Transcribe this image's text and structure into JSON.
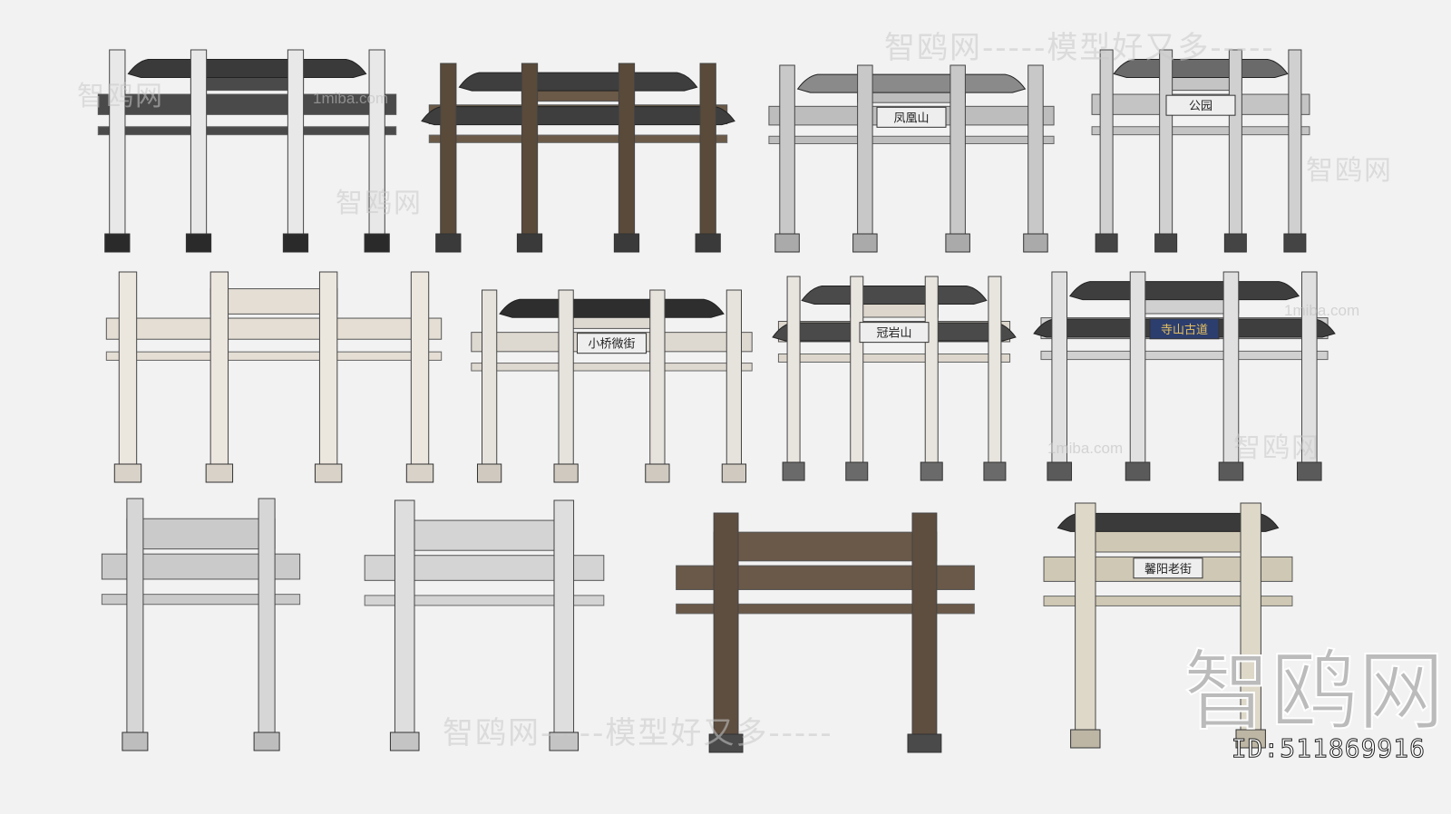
{
  "watermarks": {
    "brand": "智鸥网",
    "slogan": "智鸥网-----模型好又多-----",
    "site": "1miba.com",
    "id_label": "ID:511869916"
  },
  "archways": [
    {
      "name": "dark-granite-five-bay",
      "pillar": "#e8e8e8",
      "beam": "#4a4a4a",
      "roof": "#3a3a3a",
      "base": "#2a2a2a",
      "plaque": ""
    },
    {
      "name": "wooden-double-eave",
      "pillar": "#5a4a3a",
      "beam": "#6b5a48",
      "roof": "#3e3e3e",
      "base": "#3a3a3a",
      "plaque": ""
    },
    {
      "name": "grey-stone-three-bay",
      "pillar": "#c8c8c8",
      "beam": "#bdbdbd",
      "roof": "#8a8a8a",
      "base": "#aaaaaa",
      "plaque": "凤凰山"
    },
    {
      "name": "park-gate",
      "pillar": "#d0d0d0",
      "beam": "#c4c4c4",
      "roof": "#6a6a6a",
      "base": "#444444",
      "plaque": "公园"
    },
    {
      "name": "plain-stone-frame",
      "pillar": "#ebe6de",
      "beam": "#e4ded4",
      "roof": "#e4ded4",
      "base": "#d8d2c8",
      "plaque": ""
    },
    {
      "name": "tiled-street-gate",
      "pillar": "#e6e2dc",
      "beam": "#ddd8d0",
      "roof": "#2e2e2e",
      "base": "#cfc9c0",
      "plaque": "小桥微街"
    },
    {
      "name": "multi-tier-stone-gate",
      "pillar": "#e8e4de",
      "beam": "#dcd6cc",
      "roof": "#4a4a4a",
      "base": "#6a6a6a",
      "plaque": "冠岩山"
    },
    {
      "name": "ornate-temple-gate",
      "pillar": "#e0e0e0",
      "beam": "#d0d0d0",
      "roof": "#3e3e3e",
      "base": "#5a5a5a",
      "plaque": "寺山古道"
    },
    {
      "name": "simple-stone-two-pillar",
      "pillar": "#d6d6d6",
      "beam": "#cacaca",
      "roof": "#cacaca",
      "base": "#bdbdbd",
      "plaque": ""
    },
    {
      "name": "carved-stone-gate",
      "pillar": "#dedede",
      "beam": "#d4d4d4",
      "roof": "#d4d4d4",
      "base": "#c4c4c4",
      "plaque": ""
    },
    {
      "name": "brick-wooden-gate",
      "pillar": "#5e4e40",
      "beam": "#6a5848",
      "roof": "#6a5848",
      "base": "#4a4a4a",
      "plaque": ""
    },
    {
      "name": "old-street-gate",
      "pillar": "#ddd8c8",
      "beam": "#cfc8b4",
      "roof": "#3a3a3a",
      "base": "#bdb6a4",
      "plaque": "馨阳老街"
    }
  ]
}
